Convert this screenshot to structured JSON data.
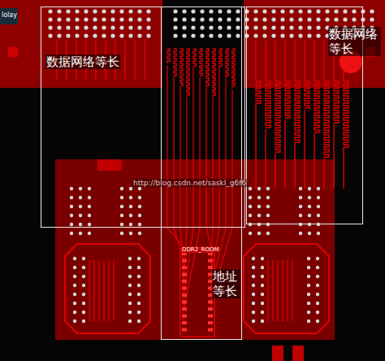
{
  "diagram": {
    "nodes": [
      {
        "text": [
          "数据网络等长"
        ]
      },
      {
        "text": [
          "地址等长"
        ]
      },
      {
        "text": [
          "数据网络等长"
        ]
      }
    ],
    "labels": [
      "lolay",
      "DDR2_ROOM",
      "http://blog.csdn.net/saskl_g6f6"
    ]
  }
}
